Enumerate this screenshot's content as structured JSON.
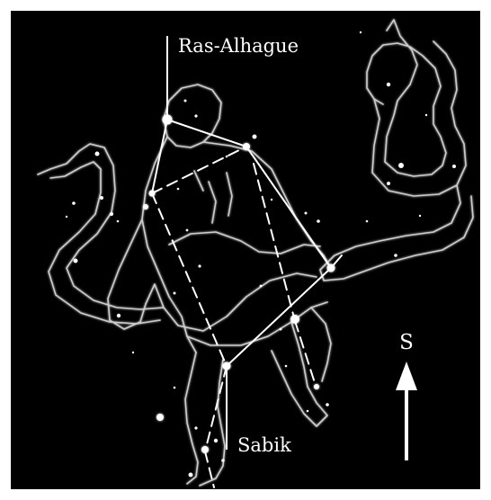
{
  "labels": {
    "top_star": "Ras-Alhague",
    "bottom_star": "Sabik",
    "direction": "S"
  },
  "colors": {
    "background": "#000000",
    "frame": "#ffffff",
    "lines": "#ffffff",
    "figure_outline": "#cfcfcf"
  },
  "icons": {
    "direction_arrow": "arrow-up-icon"
  }
}
